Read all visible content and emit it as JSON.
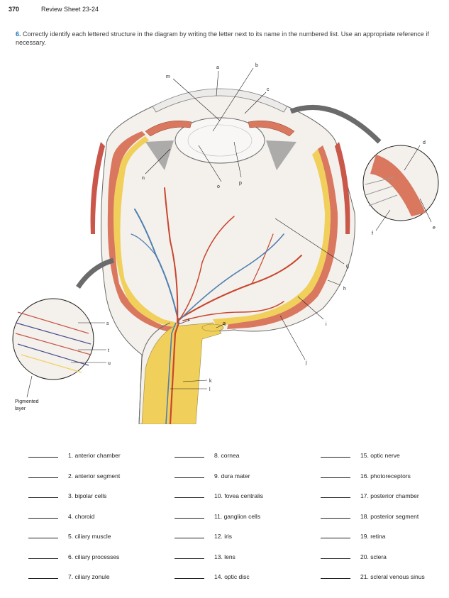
{
  "header": {
    "page_number": "370",
    "section_title": "Review Sheet 23-24"
  },
  "question": {
    "number": "6.",
    "text": "Correctly identify each lettered structure in the diagram by writing the letter next to its name in the numbered list. Use an appropriate reference if necessary."
  },
  "diagram": {
    "letters": {
      "a": "a",
      "b": "b",
      "c": "c",
      "d": "d",
      "e": "e",
      "f": "f",
      "g": "g",
      "h": "h",
      "i": "i",
      "j": "j",
      "k": "k",
      "l": "l",
      "m": "m",
      "n": "n",
      "o": "o",
      "p": "p",
      "q": "q",
      "r": "r",
      "s": "s",
      "t": "t",
      "u": "u"
    },
    "pigmented_line1": "Pigmented",
    "pigmented_line2": "layer"
  },
  "answer_list": [
    {
      "number": "1.",
      "label": "anterior chamber"
    },
    {
      "number": "2.",
      "label": "anterior segment"
    },
    {
      "number": "3.",
      "label": "bipolar cells"
    },
    {
      "number": "4.",
      "label": "choroid"
    },
    {
      "number": "5.",
      "label": "ciliary muscle"
    },
    {
      "number": "6.",
      "label": "ciliary processes"
    },
    {
      "number": "7.",
      "label": "ciliary zonule"
    },
    {
      "number": "8.",
      "label": "cornea"
    },
    {
      "number": "9.",
      "label": "dura mater"
    },
    {
      "number": "10.",
      "label": "fovea centralis"
    },
    {
      "number": "11.",
      "label": "ganglion cells"
    },
    {
      "number": "12.",
      "label": "iris"
    },
    {
      "number": "13.",
      "label": "lens"
    },
    {
      "number": "14.",
      "label": "optic disc"
    },
    {
      "number": "15.",
      "label": "optic nerve"
    },
    {
      "number": "16.",
      "label": "photoreceptors"
    },
    {
      "number": "17.",
      "label": "posterior chamber"
    },
    {
      "number": "18.",
      "label": "posterior segment"
    },
    {
      "number": "19.",
      "label": "retina"
    },
    {
      "number": "20.",
      "label": "sclera"
    },
    {
      "number": "21.",
      "label": "scleral venous sinus"
    }
  ],
  "colors": {
    "question_number": "#1a72b8",
    "sclera": "#f4f1ec",
    "choroid": "#d9785f",
    "retina": "#f1cf5b",
    "artery": "#c8462f",
    "vein": "#4f7fb0",
    "muscle": "#c9574a"
  }
}
